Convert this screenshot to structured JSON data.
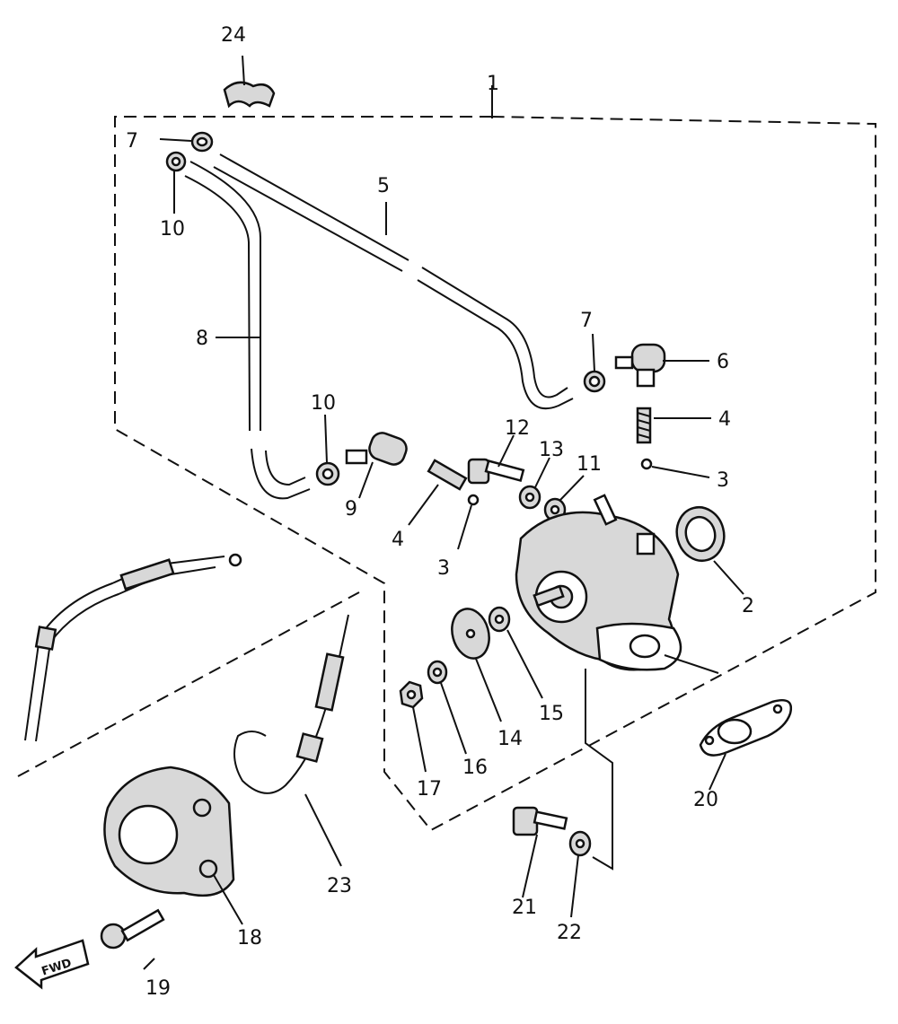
{
  "callouts": {
    "c1": "1",
    "c2": "2",
    "c3a": "3",
    "c3b": "3",
    "c4a": "4",
    "c4b": "4",
    "c5": "5",
    "c6": "6",
    "c7a": "7",
    "c7b": "7",
    "c8": "8",
    "c9": "9",
    "c10a": "10",
    "c10b": "10",
    "c11": "11",
    "c12": "12",
    "c13": "13",
    "c14": "14",
    "c15": "15",
    "c16": "16",
    "c17": "17",
    "c18": "18",
    "c19": "19",
    "c20": "20",
    "c21": "21",
    "c22": "22",
    "c23": "23",
    "c24": "24"
  },
  "fwd_label": "FWD"
}
